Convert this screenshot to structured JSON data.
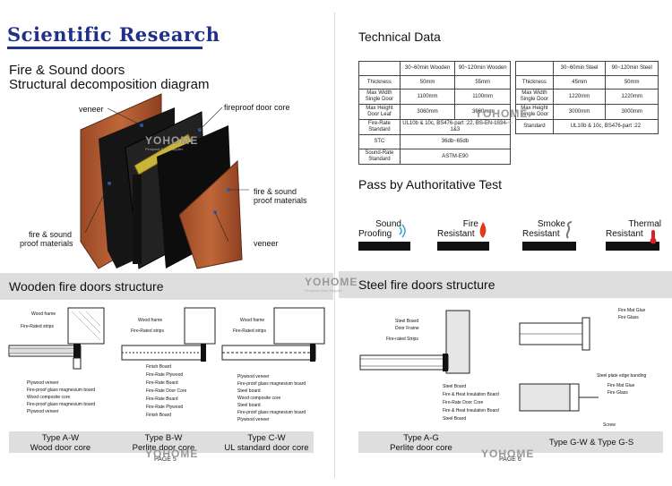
{
  "header": {
    "title": "Scientific Research"
  },
  "left": {
    "heading_line1": "Fire & Sound doors",
    "heading_line2": "Structural decomposition diagram",
    "labels": {
      "veneer_top": "veneer",
      "fireproof_core": "fireproof door core",
      "fire_sound_right_1": "fire & sound",
      "fire_sound_right_2": "proof materials",
      "fire_sound_left_1": "fire & sound",
      "fire_sound_left_2": "proof materials",
      "veneer_bottom": "veneer"
    },
    "structure_title": "Wooden fire doors structure",
    "types": [
      {
        "name": "Type A-W",
        "desc": "Wood door core"
      },
      {
        "name": "Type B-W",
        "desc": "Perlite door core"
      },
      {
        "name": "Type C-W",
        "desc": "UL standard door core"
      }
    ],
    "page": "PAGE 5",
    "diagram_a": {
      "top": [
        "Wood frame",
        "Fire-Rated strips"
      ],
      "bottom": [
        "Plywood veneer",
        "Fire-proof glass magnesium board",
        "Wood composite core",
        "Fire-proof glass magnesium board",
        "Plywood veneer"
      ]
    },
    "diagram_b": {
      "top": [
        "Wood frame",
        "Fire-Rated strips"
      ],
      "bottom": [
        "Finish Board",
        "Fire-Rate Plywood",
        "Fire-Rate Board",
        "Fire-Rate Door Core",
        "Fire-Rate Board",
        "Fire-Rate Plywood",
        "Finish Board"
      ]
    },
    "diagram_c": {
      "top": [
        "Wood frame",
        "Fire-Rated strips"
      ],
      "bottom": [
        "Plywood veneer",
        "Fire-proof glass magnesium board",
        "Steel board",
        "Wood composite core",
        "Steel board",
        "Fire-proof glass magnesium board",
        "Plywood veneer"
      ]
    }
  },
  "right": {
    "tech_title": "Technical Data",
    "table1": {
      "header": [
        "",
        "30~60min Wooden",
        "90~120min Wooden"
      ],
      "rows": [
        [
          "Thickness",
          "50mm",
          "55mm"
        ],
        [
          "Max Width Single Door",
          "1100mm",
          "1100mm"
        ],
        [
          "Max Height Door Leaf",
          "3060mm",
          "3060mm"
        ],
        [
          "Fire-Rate Standard",
          "UL10b & 10c,  BS476-part :22,  BS-EN-1634-1&3",
          ""
        ],
        [
          "STC",
          "36db~65db",
          ""
        ],
        [
          "Sound-Rate Standard",
          "ASTM-E90",
          ""
        ]
      ]
    },
    "table2": {
      "header": [
        "",
        "30~60min Steel",
        "90~120min Steel"
      ],
      "rows": [
        [
          "Thickness",
          "45mm",
          "50mm"
        ],
        [
          "Max Width Single Door",
          "1220mm",
          "1220mm"
        ],
        [
          "Max Height Single Door",
          "3000mm",
          "3000mm"
        ],
        [
          "Standard",
          "UL10b & 10c,   BS476-part :22",
          ""
        ]
      ]
    },
    "pass_title": "Pass by Authoritative Test",
    "badges": [
      {
        "line1": "Sound",
        "line2": "Proofing",
        "icon": "sound-wave-icon",
        "color": "#2aa0d8"
      },
      {
        "line1": "Fire",
        "line2": "Resistant",
        "icon": "flame-icon",
        "color": "#e03a1a"
      },
      {
        "line1": "Smoke",
        "line2": "Resistant",
        "icon": "smoke-icon",
        "color": "#777777"
      },
      {
        "line1": "Thermal",
        "line2": "Resistant",
        "icon": "thermometer-icon",
        "color": "#d8202a"
      }
    ],
    "structure_title": "Steel fire doors structure",
    "types": [
      {
        "name": "Type A-G",
        "desc": "Perlite door core"
      },
      {
        "name": "Type G-W & Type G-S",
        "desc": ""
      }
    ],
    "page": "PAGE 6",
    "diagram_ag": {
      "top": [
        "Steel Board",
        "Door Frame",
        "Fire-rated Strips"
      ],
      "bottom": [
        "Steel Board",
        "Fire & Heat Insulation Board",
        "Fire-Rate Door Core",
        "Fire & Heat Insulation Board",
        "Steel Board"
      ]
    },
    "diagram_gw_top": [
      "Fire Mat Glue",
      "Fire Glass"
    ],
    "diagram_gw_mid": [
      "Steel plate edge banding",
      "Fire Mat Glue",
      "Fire Glass"
    ],
    "diagram_gw_bottom": [
      "Screw"
    ]
  },
  "watermark": {
    "brand": "YOHOME",
    "tag": "Pinopack Door Supplier"
  }
}
